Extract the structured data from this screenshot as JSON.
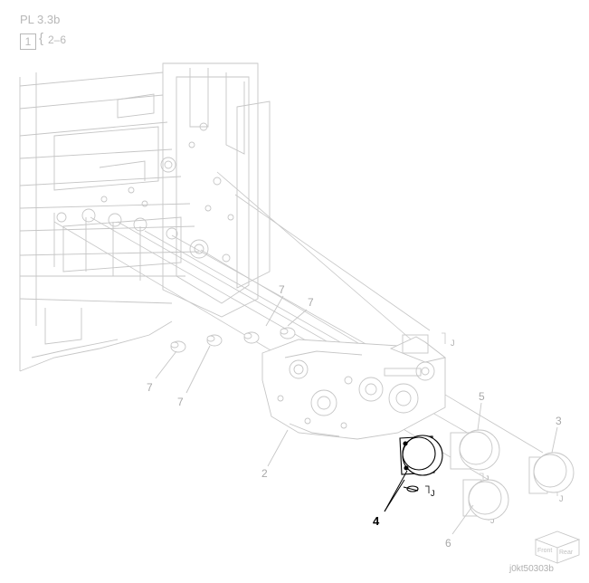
{
  "header": {
    "title": "PL 3.3b",
    "item_box": "1",
    "brace": "{",
    "range": "2–6"
  },
  "callouts": {
    "c2": "2",
    "c3": "3",
    "c4": "4",
    "c5": "5",
    "c6": "6",
    "c7a": "7",
    "c7b": "7",
    "c7c": "7",
    "c7d": "7"
  },
  "markers": {
    "j": "J"
  },
  "orientation_cube": {
    "front": "Front",
    "rear": "Rear"
  },
  "figure_code": "j0kt50303b",
  "colors": {
    "faded_line": "#c6c6c6",
    "highlight": "#000000",
    "label_gray": "#a8a8a8"
  }
}
